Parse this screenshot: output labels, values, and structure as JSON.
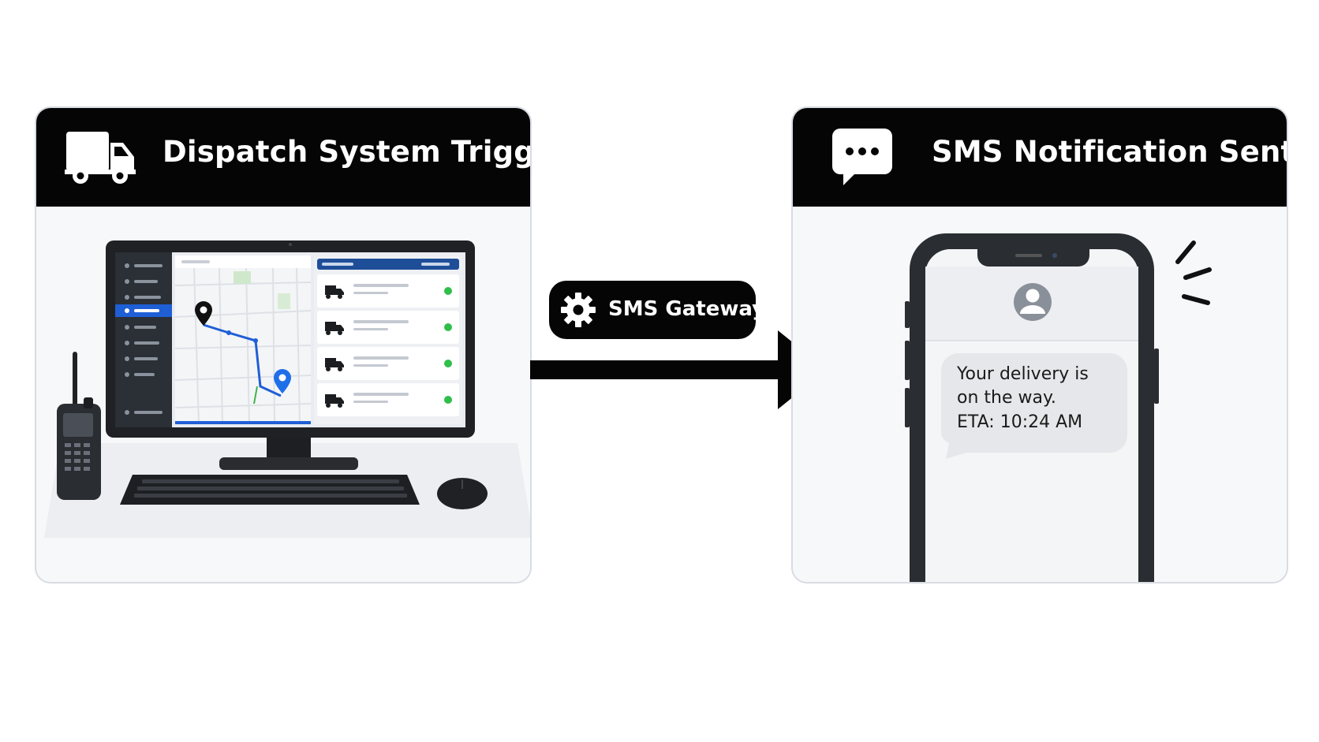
{
  "left_panel": {
    "title": "Dispatch System Trigger",
    "icon": "delivery-truck-icon"
  },
  "right_panel": {
    "title": "SMS Notification Sent",
    "icon": "chat-bubble-icon"
  },
  "gateway": {
    "label": "SMS Gateway",
    "icon": "gear-icon"
  },
  "message": {
    "line1": "Your delivery is",
    "line2": "on the way.",
    "line3": "ETA: 10:24 AM"
  },
  "colors": {
    "header_bg": "#050505",
    "panel_bg": "#f7f8fa",
    "accent_blue": "#1f5fd6",
    "status_green": "#2fbf4a",
    "bubble_bg": "#e6e7ea"
  }
}
